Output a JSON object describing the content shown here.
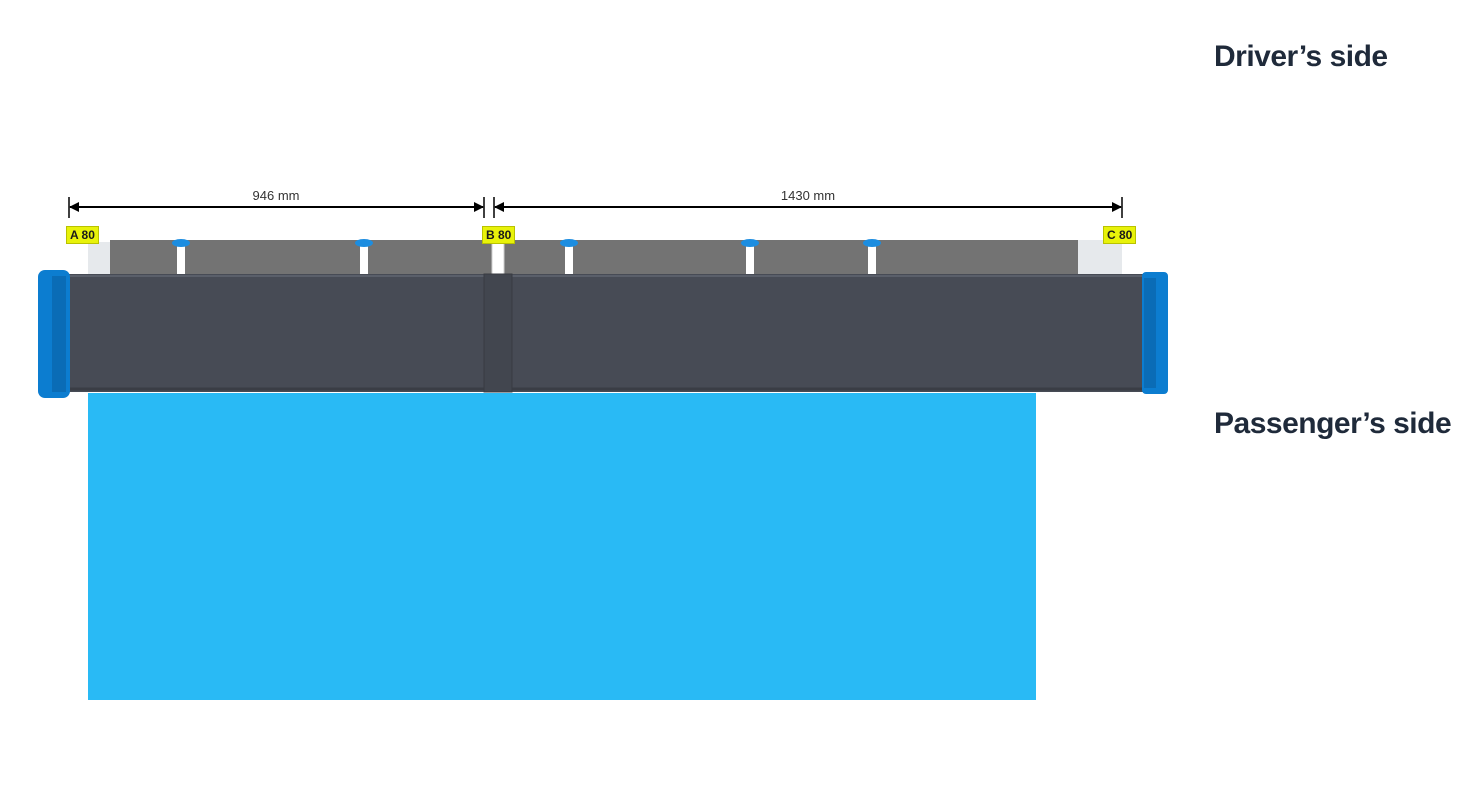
{
  "labels": {
    "driver_side": "Driver’s side",
    "passenger_side": "Passenger’s side"
  },
  "dimensions": [
    {
      "text": "946 mm"
    },
    {
      "text": "1430 mm"
    }
  ],
  "tags": {
    "a": "A 80",
    "b": "B 80",
    "c": "C 80"
  },
  "colors": {
    "awning_fabric": "#29baf5",
    "case_body": "#474b55",
    "end_caps": "#0c7dd0",
    "tag_bg": "#e8f20a",
    "frame": "#6e6e6e"
  }
}
